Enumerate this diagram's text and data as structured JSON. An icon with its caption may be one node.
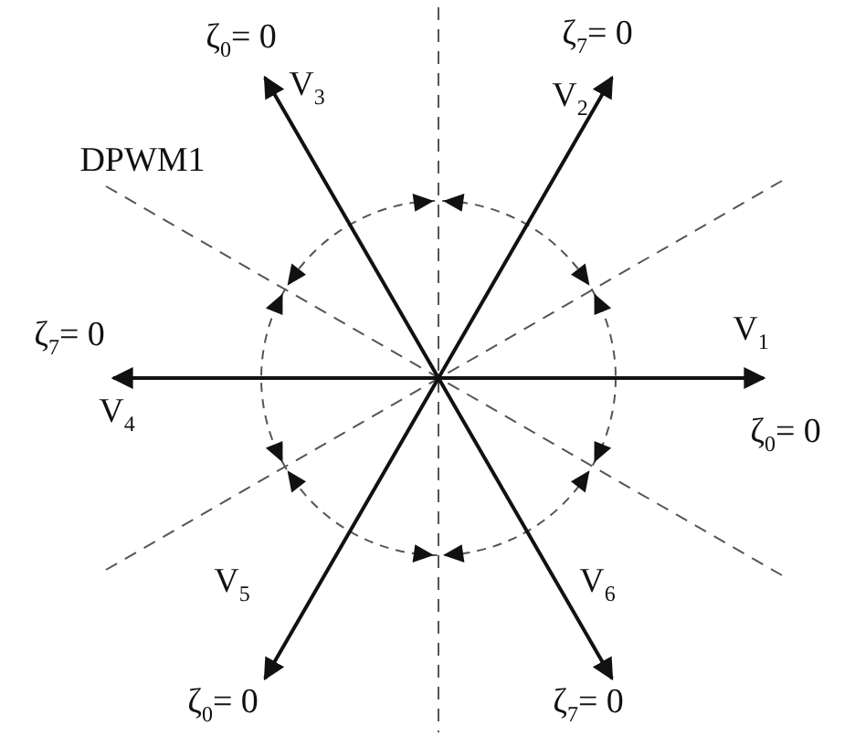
{
  "diagram": {
    "labels": [
      "ζ$_{0}$= 0",
      "V$_{3}$",
      "ζ$_{7}$= 0",
      "V$_{2}$",
      "DPWM1",
      "V$_{1}$",
      "ζ$_{7}$= 0",
      "V$_{4}$",
      "ζ$_{0}$= 0",
      "V$_{5}$",
      "V$_{6}$",
      "ζ$_{0}$= 0",
      "ζ$_{7}$= 0"
    ]
  }
}
